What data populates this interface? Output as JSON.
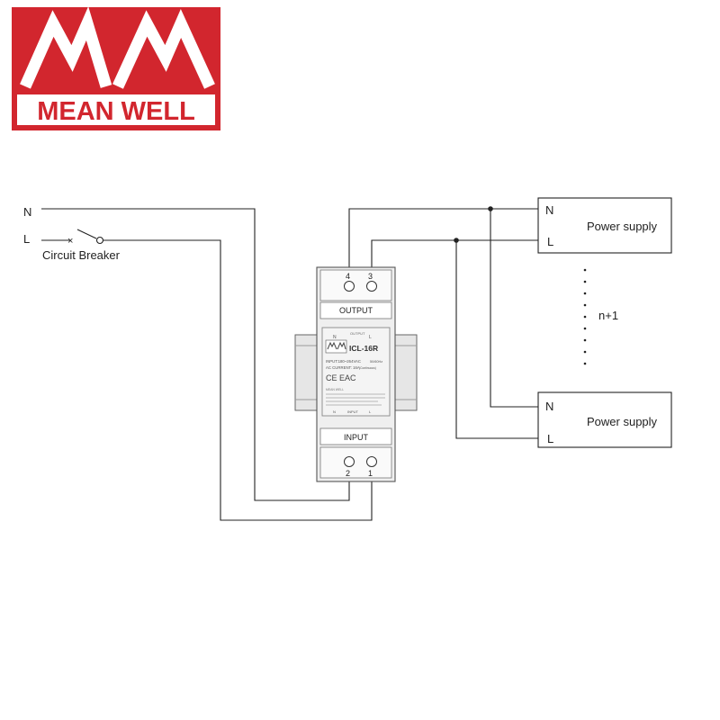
{
  "logo": {
    "monogram": "MW",
    "brand": "MEAN WELL",
    "color": "#d2262e"
  },
  "diagram": {
    "line_labels": {
      "neutral": "N",
      "live": "L"
    },
    "circuit_breaker_label": "Circuit Breaker",
    "device": {
      "model": "ICL-16R",
      "output_label": "OUTPUT",
      "input_label": "INPUT",
      "terminals": {
        "out_1": "4",
        "out_2": "3",
        "in_1": "2",
        "in_2": "1"
      },
      "label_output_marker": "OUTPUT",
      "label_n": "N",
      "label_l": "L",
      "label_input": "INPUT",
      "spec_input": "INPUT:180~264VAC",
      "spec_freq": "50/60Hz",
      "spec_current": "AC CURRENT: 16A",
      "spec_current_note": "(Continuous)",
      "ce_mark": "CE EAC",
      "logo_text": "MEAN WELL"
    },
    "power_supplies": [
      {
        "label": "Power supply",
        "n": "N",
        "l": "L"
      },
      {
        "label": "Power supply",
        "n": "N",
        "l": "L"
      }
    ],
    "count_label": "n+1"
  }
}
